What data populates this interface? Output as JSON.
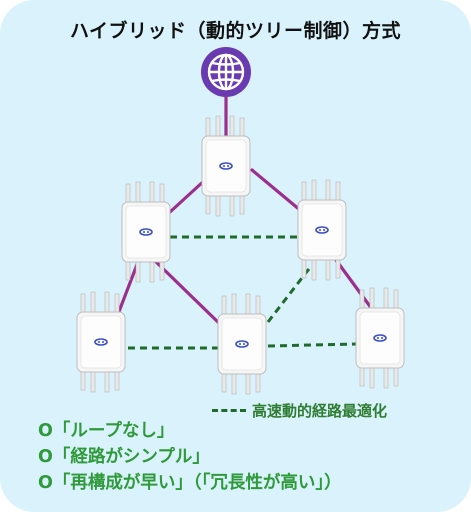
{
  "title": "ハイブリッド（動的ツリー制御）方式",
  "legend": {
    "label": "高速動的経路最適化"
  },
  "points": [
    "O「ループなし」",
    "O「経路がシンプル」",
    "O「再構成が早い」（「冗長性が高い」）"
  ],
  "colors": {
    "background": "#d9f2fb",
    "tree_link": "#9c2f8e",
    "dynamic_link": "#1f6b2c",
    "globe": "#6a3ab0",
    "text_green": "#2e9a3a"
  },
  "icons": [
    "globe-icon",
    "access-point-icon"
  ]
}
